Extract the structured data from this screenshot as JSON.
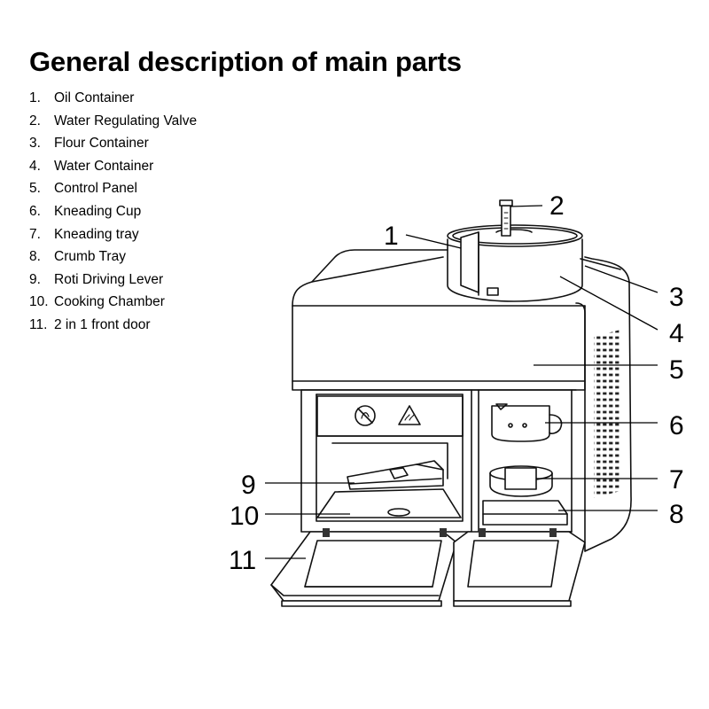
{
  "title": "General description of main parts",
  "parts": [
    {
      "number": "1.",
      "label": "Oil Container"
    },
    {
      "number": "2.",
      "label": "Water Regulating Valve"
    },
    {
      "number": "3.",
      "label": "Flour Container"
    },
    {
      "number": "4.",
      "label": "Water Container"
    },
    {
      "number": "5.",
      "label": "Control Panel"
    },
    {
      "number": "6.",
      "label": "Kneading Cup"
    },
    {
      "number": "7.",
      "label": "Kneading tray"
    },
    {
      "number": "8.",
      "label": "Crumb Tray"
    },
    {
      "number": "9.",
      "label": "Roti Driving Lever"
    },
    {
      "number": "10.",
      "label": "Cooking Chamber"
    },
    {
      "number": "11.",
      "label": "2 in 1 front door"
    }
  ],
  "callouts": [
    "1",
    "2",
    "3",
    "4",
    "5",
    "6",
    "7",
    "8",
    "9",
    "10",
    "11"
  ]
}
